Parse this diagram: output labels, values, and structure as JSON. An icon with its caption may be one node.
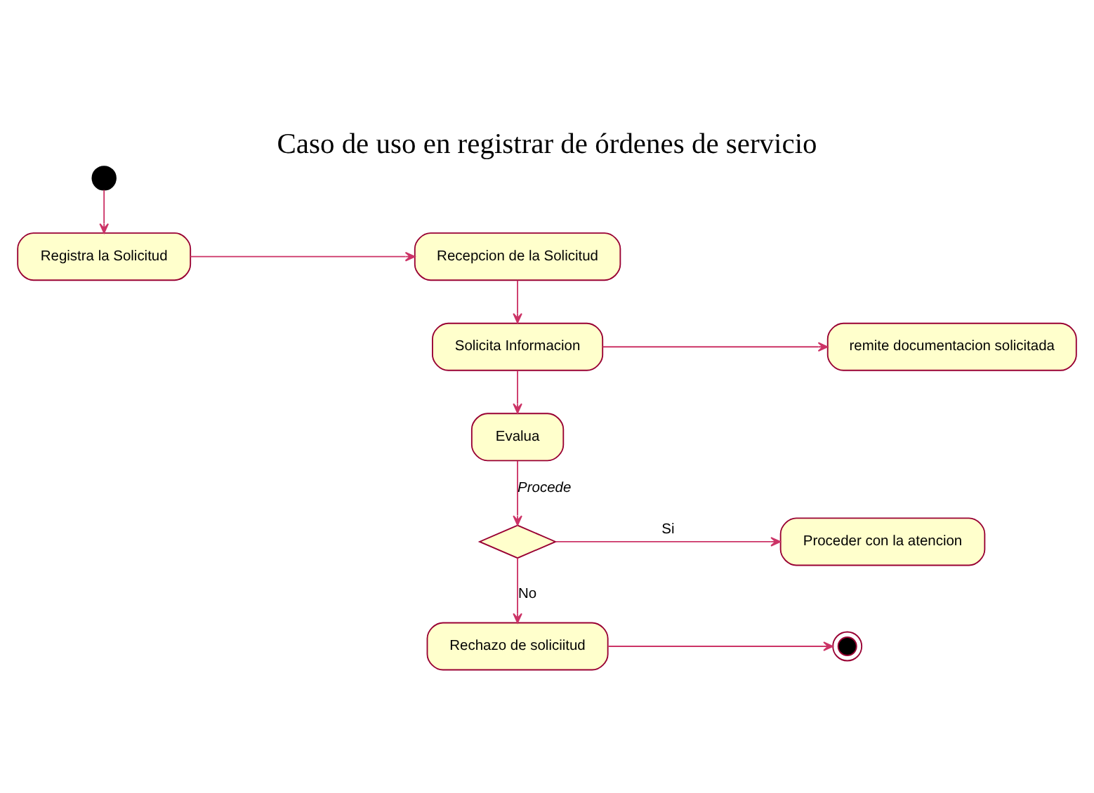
{
  "diagram": {
    "title": "Caso de uso en registrar de órdenes de servicio",
    "nodes": [
      {
        "text": [],
        "shape": "circle"
      },
      {
        "text": [
          "Registra la Solicitud"
        ]
      },
      {
        "text": [
          "Recepcion de la Solicitud"
        ]
      },
      {
        "text": [
          "remite documentacion solicitada"
        ]
      },
      {
        "text": [
          "Solicita Informacion"
        ]
      },
      {
        "text": [
          "Evalua"
        ]
      },
      {
        "text": [],
        "shape": "diamond"
      },
      {
        "text": [
          "Proceder con la atencion"
        ]
      },
      {
        "text": [
          "Rechazo de soliciitud"
        ]
      },
      {
        "text": [],
        "shape": "circle"
      }
    ],
    "edges": [
      {
        "from": 0,
        "to": 1,
        "arrow": "to"
      },
      {
        "from": 1,
        "to": 2,
        "arrow": "to"
      },
      {
        "from": 2,
        "to": 4,
        "arrow": "to"
      },
      {
        "from": 4,
        "to": 3,
        "arrow": "to"
      },
      {
        "from": 4,
        "to": 5,
        "arrow": "to"
      },
      {
        "from": 5,
        "to": 6,
        "arrow": "to",
        "label": "Procede"
      },
      {
        "from": 6,
        "to": 7,
        "arrow": "to",
        "label": "Si"
      },
      {
        "from": 6,
        "to": 8,
        "arrow": "to",
        "label": "No"
      },
      {
        "from": 8,
        "to": 9,
        "arrow": "to"
      }
    ]
  }
}
